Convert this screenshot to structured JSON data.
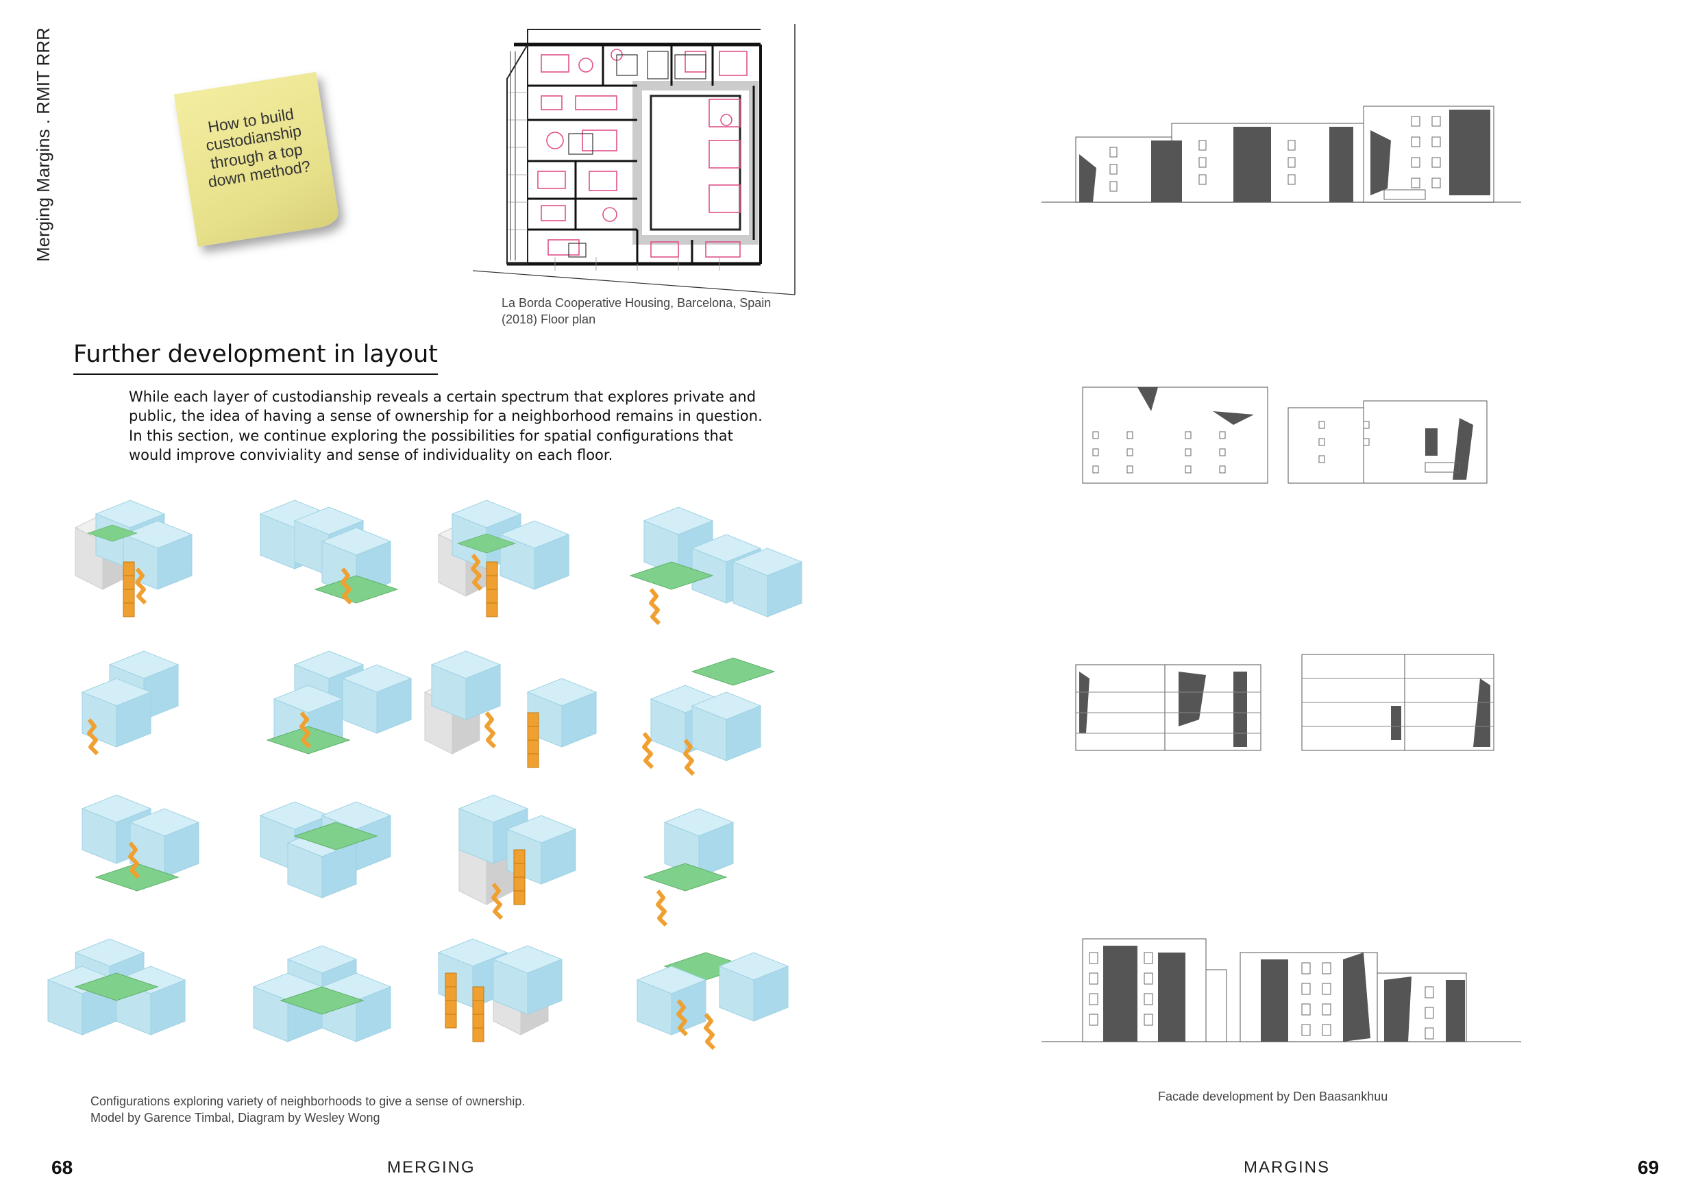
{
  "side_label": "Merging Margins . RMIT RRR",
  "sticky_note": "How to build custodianship through a top down method?",
  "floor_plan_caption": [
    "La Borda Cooperative Housing, Barcelona, Spain",
    "(2018) Floor plan"
  ],
  "section": {
    "heading": "Further development in layout",
    "body": "While each layer of custodianship reveals a certain spectrum that explores private and public, the idea of having a sense of ownership for a neighborhood remains in question. In this section, we continue exploring the possibilities for spatial configurations that would improve conviviality and sense of individuality on each floor."
  },
  "diagram_caption": [
    "Configurations exploring variety of neighborhoods to give a sense of ownership.",
    "Model by Garence Timbal, Diagram by Wesley Wong"
  ],
  "facade_caption": "Facade development by Den Baasankhuu",
  "footer": {
    "left_page_number": "68",
    "left_title": "MERGING",
    "right_title": "MARGINS",
    "right_page_number": "69"
  },
  "colors": {
    "volume_blue": "#bfe4f0",
    "volume_blue_dark": "#9fd2e3",
    "green_space": "#7fd08a",
    "circulation_orange": "#f0a030",
    "facade_dark": "#555555",
    "plan_pink": "#e0508a"
  }
}
